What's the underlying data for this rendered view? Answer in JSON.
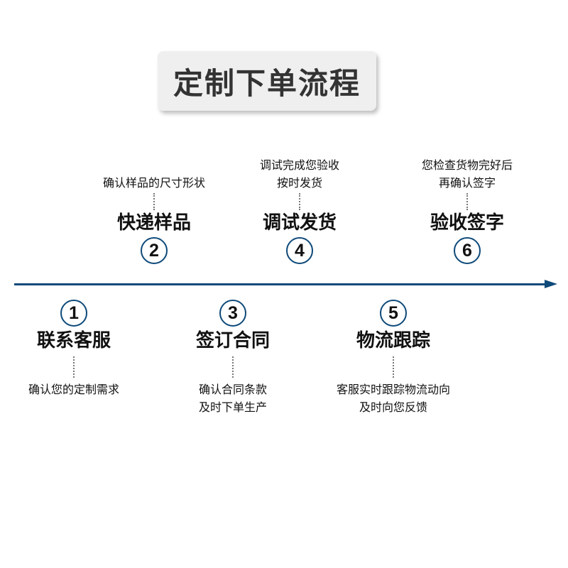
{
  "title": "定制下单流程",
  "colors": {
    "accent": "#0e4a7a",
    "text": "#111111",
    "title_bg": "#efefef"
  },
  "steps": [
    {
      "number": "1",
      "title": "联系客服",
      "desc": [
        "确认您的定制需求"
      ]
    },
    {
      "number": "2",
      "title": "快递样品",
      "desc": [
        "确认样品的尺寸形状"
      ]
    },
    {
      "number": "3",
      "title": "签订合同",
      "desc": [
        "确认合同条款",
        "及时下单生产"
      ]
    },
    {
      "number": "4",
      "title": "调试发货",
      "desc": [
        "调试完成您验收",
        "按时发货"
      ]
    },
    {
      "number": "5",
      "title": "物流跟踪",
      "desc": [
        "客服实时跟踪物流动向",
        "及时向您反馈"
      ]
    },
    {
      "number": "6",
      "title": "验收签字",
      "desc": [
        "您检查货物完好后",
        "再确认签字"
      ]
    }
  ]
}
